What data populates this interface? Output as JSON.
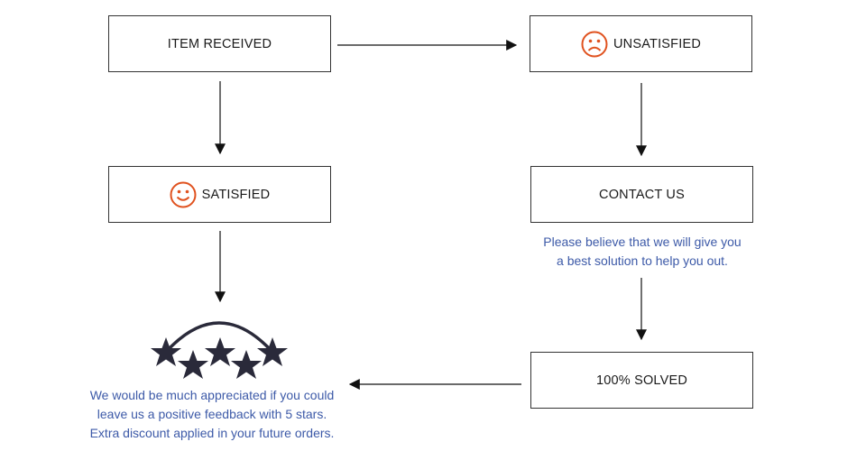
{
  "nodes": {
    "item_received": "ITEM RECEIVED",
    "unsatisfied": "UNSATISFIED",
    "satisfied": "SATISFIED",
    "contact_us": "CONTACT US",
    "solved": "100% SOLVED"
  },
  "notes": {
    "contact_line1": "Please believe that we will give you",
    "contact_line2": "a best solution to help you out.",
    "feedback_line1": "We would be much appreciated if you could",
    "feedback_line2": "leave us a positive feedback with 5 stars.",
    "feedback_line3": "Extra discount applied in your future orders."
  },
  "icons": {
    "satisfied": "smiley-face-icon",
    "unsatisfied": "sad-face-icon",
    "rating": "five-stars-icon"
  },
  "colors": {
    "face": "#e0521f",
    "note_text": "#3d5aa8",
    "stars": "#2a2a3a",
    "border": "#333333"
  }
}
